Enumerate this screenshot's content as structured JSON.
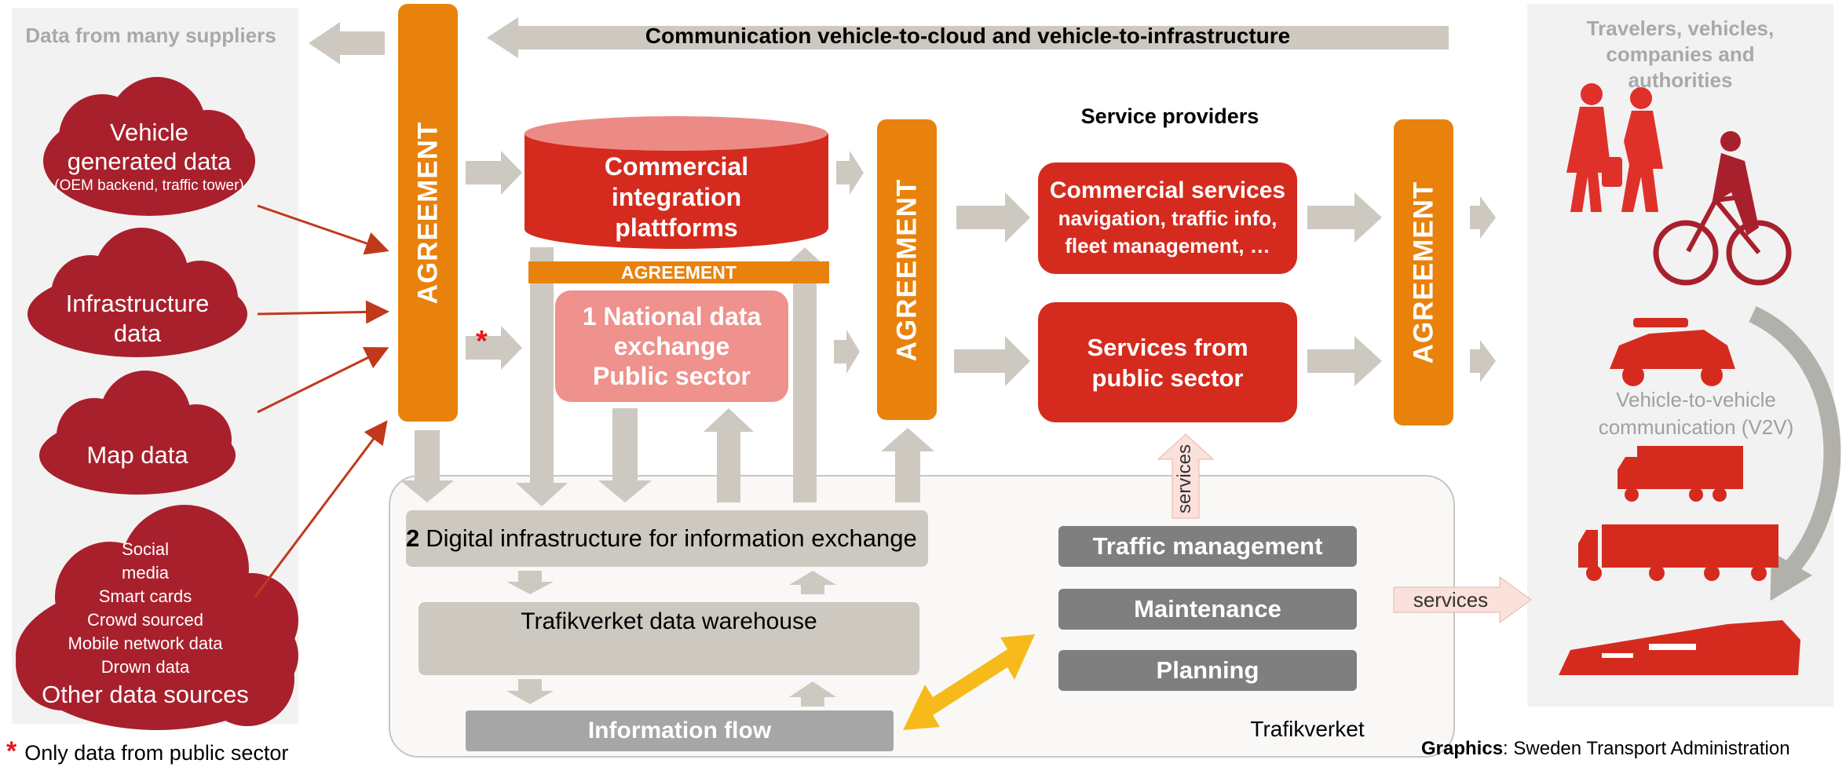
{
  "header": {
    "left_title": "Data from many suppliers",
    "top_banner": "Communication vehicle-to-cloud and vehicle-to-infrastructure",
    "right_title_lines": [
      "Travelers, vehicles,",
      "companies and",
      "authorities"
    ],
    "service_providers": "Service providers"
  },
  "agreement_label": "AGREEMENT",
  "sources": {
    "vehicle": {
      "line1": "Vehicle",
      "line2": "generated data",
      "sub": "(OEM backend, traffic tower)"
    },
    "infrastructure": {
      "line1": "Infrastructure",
      "line2": "data"
    },
    "map": "Map data",
    "other_lines": [
      "Social",
      "media",
      "Smart cards",
      "Crowd sourced",
      "Mobile network data",
      "Drown data"
    ],
    "other_title": "Other data sources"
  },
  "integration": {
    "commercial_lines": [
      "Commercial",
      "integration",
      "plattforms"
    ],
    "national_lines": [
      "1 National data",
      "exchange",
      "Public sector"
    ],
    "asterisk": "*"
  },
  "services": {
    "commercial_title": "Commercial services",
    "commercial_lines": [
      "navigation, traffic info,",
      "fleet management, …"
    ],
    "public_lines": [
      "Services from",
      "public sector"
    ],
    "services_label": "services"
  },
  "trafikverket": {
    "digital_num": "2",
    "digital_text": "Digital infrastructure for information exchange",
    "warehouse": "Trafikverket data warehouse",
    "information_flow": "Information flow",
    "traffic_management": "Traffic management",
    "maintenance": "Maintenance",
    "planning": "Planning",
    "label": "Trafikverket"
  },
  "right": {
    "v2v_lines": [
      "Vehicle-to-vehicle",
      "communication (V2V)"
    ]
  },
  "footer": {
    "asterisk": "*",
    "note": "Only data from public sector",
    "credit_bold": "Graphics",
    "credit_rest": ": Sweden Transport Administration"
  },
  "colors": {
    "agreement": "#e8820c",
    "red": "#d52b1e",
    "dark_red": "#a8202c",
    "pink": "#ef918c",
    "gray_arrow": "#cdc9c1",
    "service_gray": "#7f7f7f",
    "yellow_arrow": "#f6bb1a"
  }
}
